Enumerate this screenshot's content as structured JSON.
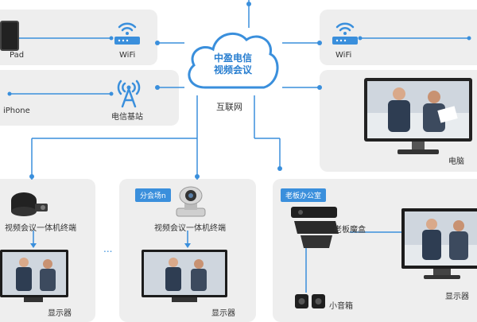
{
  "cloud": {
    "line1": "中盈电信",
    "line2": "视频会议"
  },
  "internet_label": "互联网",
  "top_left": {
    "pad_label": "Pad",
    "wifi_label": "WiFi"
  },
  "mid_left": {
    "iphone_label": "iPhone",
    "station_label": "电信基站"
  },
  "top_right": {
    "wifi_label": "WiFi"
  },
  "mid_right": {
    "pc_label": "电脑"
  },
  "branch_a": {
    "terminal_label": "视频会议一体机终端",
    "display_label": "显示器"
  },
  "ellipsis": "...",
  "branch_n": {
    "tag": "分会场n",
    "terminal_label": "视频会议一体机终端",
    "display_label": "显示器"
  },
  "boss": {
    "tag": "老板办公室",
    "box_label": "老板魔盒",
    "speaker_label": "小音箱",
    "display_label": "显示器"
  },
  "colors": {
    "accent": "#3a8fdc",
    "panel": "#eeeeee"
  }
}
